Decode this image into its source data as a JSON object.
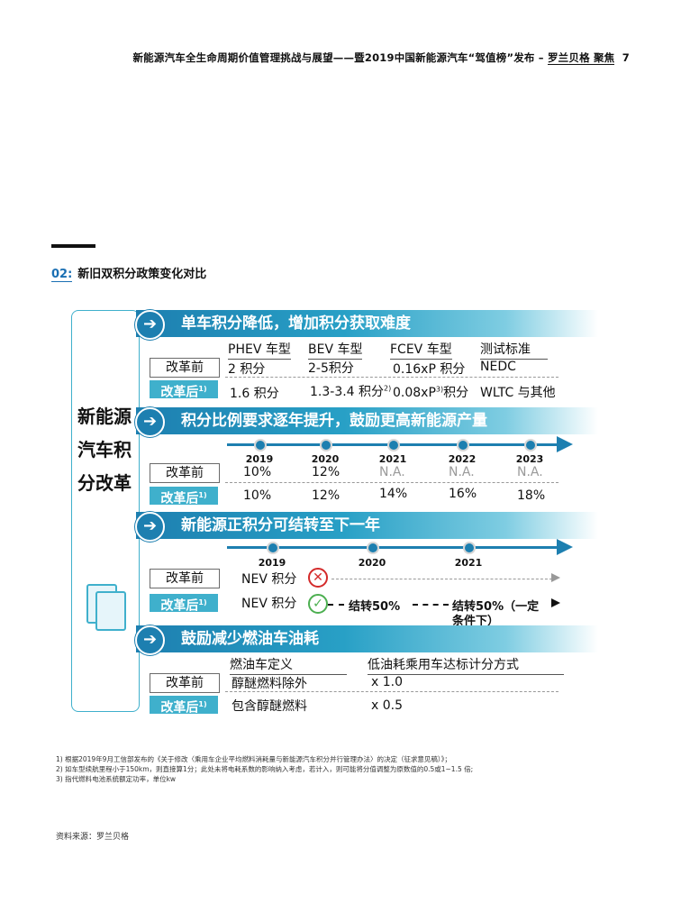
{
  "header": {
    "title": "新能源汽车全生命周期价值管理挑战与展望——暨2019中国新能源汽车“驾值榜”发布 – ",
    "brand": "罗兰贝格 聚焦",
    "page": "7"
  },
  "section": {
    "number": "02:",
    "title": "新旧双积分政策变化对比"
  },
  "left_title": "新能源汽车积分改革",
  "labels": {
    "before": "改革前",
    "after": "改革后",
    "after_sup": "1)"
  },
  "s1": {
    "band": "单车积分降低，增加积分获取难度",
    "headers": [
      "PHEV 车型",
      "BEV 车型",
      "FCEV 车型",
      "测试标准"
    ],
    "before": [
      "2 积分",
      "2-5积分",
      "0.16xP 积分",
      "NEDC"
    ],
    "after": [
      "1.6 积分",
      "1.3-3.4 积分",
      "0.08xP",
      "积分",
      "WLTC 与其他"
    ],
    "after_sup_bev": "2)",
    "after_sup_fcev": "3)"
  },
  "s2": {
    "band": "积分比例要求逐年提升，鼓励更高新能源产量",
    "years": [
      "2019",
      "2020",
      "2021",
      "2022",
      "2023"
    ],
    "before": [
      "10%",
      "12%",
      "N.A.",
      "N.A.",
      "N.A."
    ],
    "after": [
      "10%",
      "12%",
      "14%",
      "16%",
      "18%"
    ]
  },
  "s3": {
    "band": "新能源正积分可结转至下一年",
    "years": [
      "2019",
      "2020",
      "2021"
    ],
    "before_text": "NEV 积分",
    "after_text": "NEV 积分",
    "carry1": "结转50%",
    "carry2": "结转50%（一定",
    "carry2b": "条件下）"
  },
  "s4": {
    "band": "鼓励减少燃油车油耗",
    "headers": [
      "燃油车定义",
      "低油耗乘用车达标计分方式"
    ],
    "before": [
      "醇醚燃料除外",
      "x 1.0"
    ],
    "after": [
      "包含醇醚燃料",
      "x 0.5"
    ]
  },
  "footnotes": [
    "1) 根据2019年9月工信部发布的《关于修改〈乘用车企业平均燃料消耗量与新能源汽车积分并行管理办法〉的决定（征求意见稿）》；",
    "2) 如车型续航里程小于150km，则直接算1分；此处未将电耗系数的影响纳入考虑，若计入，则可能将分值调整为原数值的0.5或1~1.5 倍;",
    "3) 指代燃料电池系统额定功率，单位kw"
  ],
  "source": "资料来源：罗兰贝格",
  "icons": {
    "arrow": "arrow-right-circle-icon",
    "cross": "cross-icon",
    "check": "check-icon",
    "books": "books-icon"
  },
  "colors": {
    "accent": "#1d7fb0",
    "teal": "#3fb0cc"
  }
}
